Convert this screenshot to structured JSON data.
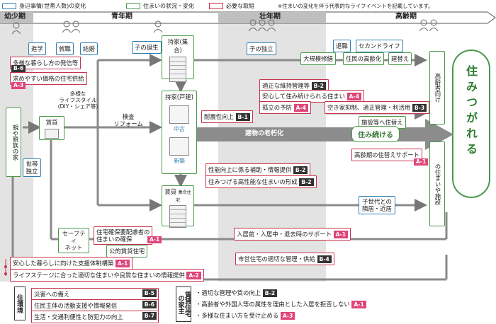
{
  "legend": {
    "blue": "身辺事情(世帯人数)の変化",
    "green": "住まいの状況・変化",
    "red": "必要な取組",
    "note": "※住まいの変化を伴う代表的なライフイベントを記載しています。"
  },
  "phases": {
    "p1": "幼少期",
    "p2": "青年期",
    "p3": "壮年期",
    "p4": "高齢期"
  },
  "life_events": {
    "shingaku": "進学",
    "shushoku": "就職",
    "kekkon": "結婚",
    "kodomo": "子の誕生",
    "dokuritsu": "子の独立",
    "taishoku": "退職",
    "second": "セカンドライフ",
    "setai": "世帯独立",
    "kazoku": "子世代との隣居・近居"
  },
  "housing": {
    "oya": "親や親族の家",
    "chintai": "賃貸",
    "mochiie_shugo": "持家(集合)",
    "mochiie_kodate": "持家(戸建)",
    "chuko": "中古",
    "shinchiku": "新築",
    "chintai2": "賃貸",
    "chintai2_sub": "集合住宅",
    "kenmo": "検査\nリフォーム",
    "lifestyle": "多様な\nライフスタイル\n(DIY・シェア等)",
    "safety": "セーフティ\nネット",
    "kouei": "公的賃貸住宅",
    "daikibo": "大規模修繕",
    "koureika": "住民の高齢化",
    "tatekae": "建替え",
    "shisetsu": "施設等へ住替え",
    "koureisha": "高齢者向け",
    "sumai_shisetsu": "の住まいや施設",
    "roukyuka": "建物の老朽化",
    "sumitsuzukeru": "住み続ける",
    "goal": "住みつがれる"
  },
  "actions": {
    "a1": "多様な暮らし方の発信等",
    "a1_tag": "B-6",
    "a2": "求めやすい価格の住宅供給",
    "a2_tag": "A-3",
    "a3": "適正な維持管理等",
    "a3_tag": "B-2",
    "a4": "安心して住み続けられる住まい",
    "a4_tag": "A-4",
    "a5": "孤立の予防",
    "a5_tag": "A-4",
    "a6": "空き家抑制、適正管理・利活用",
    "a6_tag": "B-3",
    "a7": "耐震性向上",
    "a7_tag": "B-1",
    "a8": "高齢期の住替えサポート",
    "a8_tag": "A-1",
    "a9": "性能向上に係る補助・情報提供",
    "a9_tag": "B-2",
    "a10": "住みつげる高性能な住まいの形成",
    "a10_tag": "B-2",
    "a11": "住宅確保要配慮者の\n住まいの確保",
    "a11_tag": "A-1",
    "a12": "入居前・入居中・退去時のサポート",
    "a12_tag": "A-1",
    "a13": "市営住宅の適切な管理・供給",
    "a13_tag": "B-4",
    "a14": "安心した暮らしに向けた支援体制構築",
    "a14_tag": "A-1",
    "a15": "ライフステージに合った適切な住まいや良質な住まいの情報提供",
    "a15_tag": "A-2"
  },
  "bottom_left": {
    "title": "住環境",
    "items": [
      {
        "label": "災害への備え",
        "tag": "B-5"
      },
      {
        "label": "住民主体の活動支援や情報発信",
        "tag": "B-6"
      },
      {
        "label": "生活・交通利便性と防犯力の向上",
        "tag": "B-7"
      }
    ]
  },
  "bottom_right": {
    "title": "賃貸住宅の家主",
    "items": [
      {
        "label": "・適切な管理や質の向上",
        "tag": "B-2"
      },
      {
        "label": "・高齢者や外国人等の属性を理由とした入居を拒否しない",
        "tag": "A-1"
      },
      {
        "label": "・多様な住まい方を受け止める",
        "tag": "A-3"
      }
    ]
  }
}
